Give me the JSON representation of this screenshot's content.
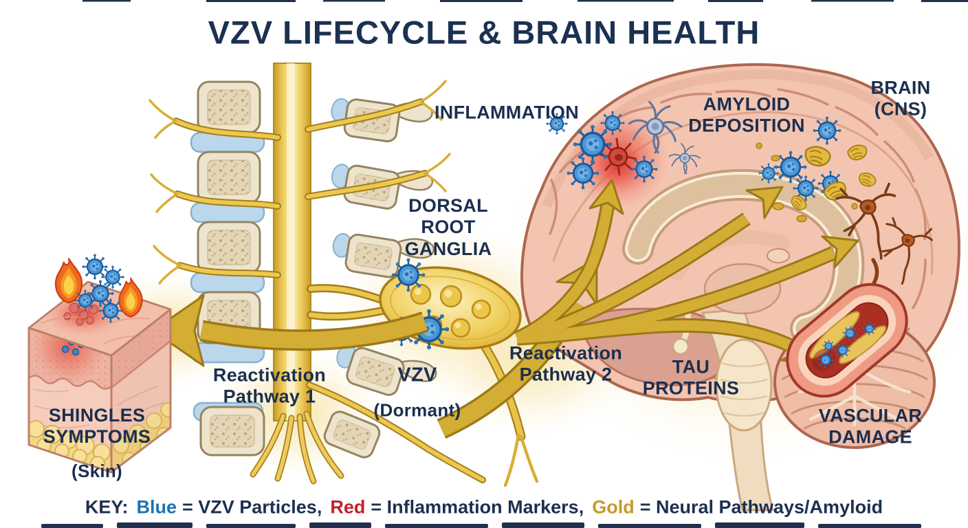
{
  "title": "VZV LIFECYCLE & BRAIN HEALTH",
  "labels": {
    "brain_region": "BRAIN\n(CNS)",
    "inflammation": "INFLAMMATION",
    "amyloid_deposition": "AMYLOID\nDEPOSITION",
    "dorsal_root_ganglia": "DORSAL\nROOT\nGANGLIA",
    "vzv_name": "VZV",
    "vzv_state": "(Dormant)",
    "reactivation_pathway_1": "Reactivation\nPathway 1",
    "reactivation_pathway_2": "Reactivation\nPathway 2",
    "tau_proteins": "TAU\nPROTEINS",
    "vascular_damage": "VASCULAR\nDAMAGE",
    "shingles_name": "SHINGLES\nSYMPTOMS",
    "shingles_site": "(Skin)"
  },
  "key": {
    "prefix": "KEY:",
    "entries": [
      {
        "term": "Blue",
        "definition": "= VZV Particles,",
        "color": "#1e73b4"
      },
      {
        "term": "Red",
        "definition": "= Inflammation Markers,",
        "color": "#c41f2c"
      },
      {
        "term": "Gold",
        "definition": "= Neural Pathways/Amyloid",
        "color": "#c49a2a"
      }
    ]
  },
  "colors": {
    "label_navy": "#1b2f4f",
    "title_navy": "#1b3151",
    "vzv_particle_blue": "#4a97d8",
    "inflammation_red": "#e2413a",
    "pathway_gold": "#d4ad35",
    "brain_pink": "#f3c5b1",
    "bone_cream": "#eee4cd",
    "disc_blue": "#bad7eb",
    "amyloid_gold": "#ddb03a",
    "tau_brown": "#a9512a"
  }
}
